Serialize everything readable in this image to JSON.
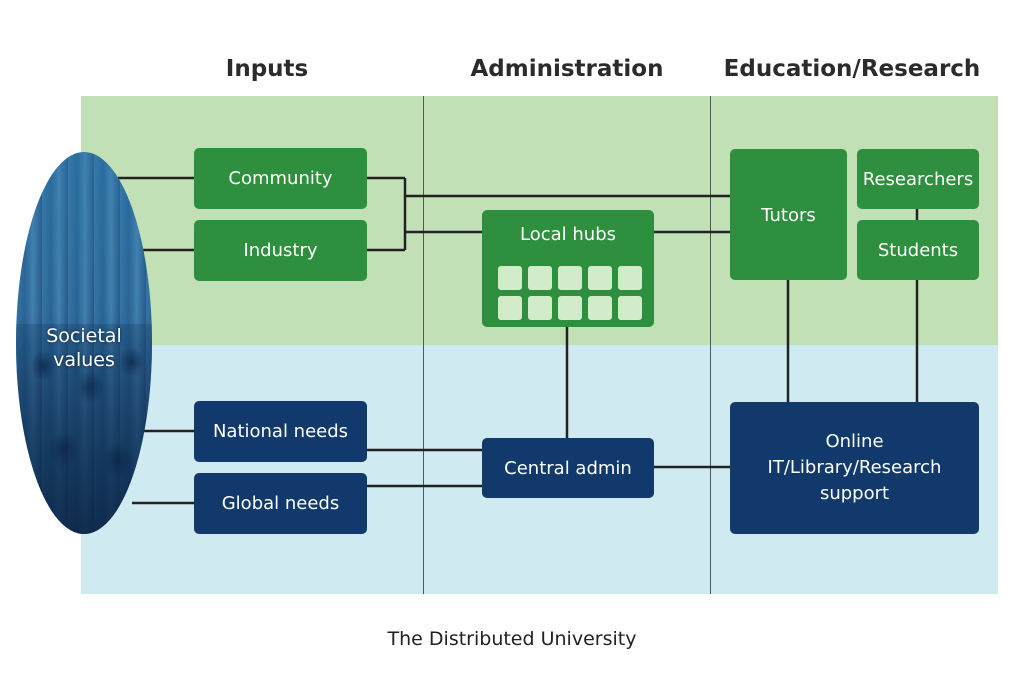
{
  "headings": {
    "inputs": "Inputs",
    "administration": "Administration",
    "education_research": "Education/Research"
  },
  "ellipse": {
    "label_line1": "Societal",
    "label_line2": "values"
  },
  "nodes": {
    "community": "Community",
    "industry": "Industry",
    "local_hubs": "Local hubs",
    "tutors": "Tutors",
    "researchers": "Researchers",
    "students": "Students",
    "national_needs": "National needs",
    "global_needs": "Global needs",
    "central_admin": "Central admin",
    "support_line1": "Online",
    "support_line2": "IT/Library/Research",
    "support_line3": "support"
  },
  "caption": "The Distributed University",
  "colors": {
    "green_band": "#c1e0b6",
    "blue_band": "#cfeaf1",
    "green_node": "#2e8f3e",
    "blue_node": "#11396b",
    "connector": "#222222"
  }
}
